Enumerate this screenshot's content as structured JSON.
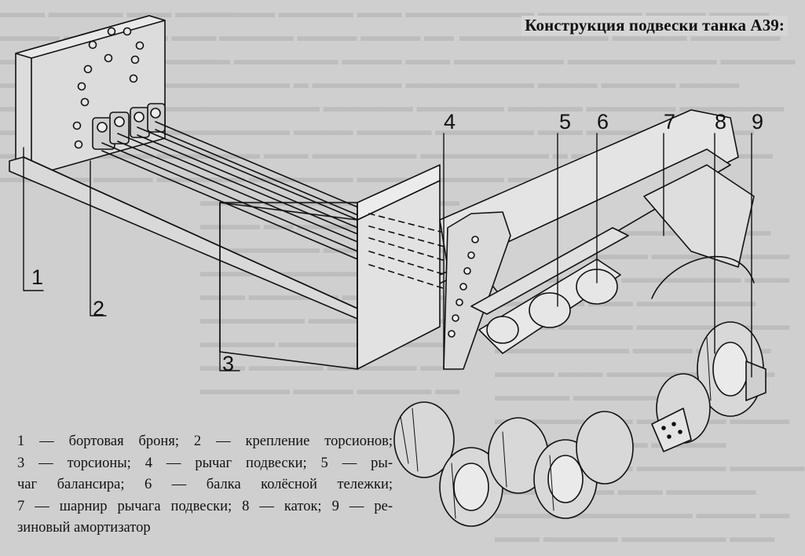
{
  "title": "Конструкция подвески танка А39:",
  "callouts": [
    "1",
    "2",
    "3",
    "4",
    "5",
    "6",
    "7",
    "8",
    "9"
  ],
  "caption_lines": [
    "1 — бортовая броня; 2 — крепление торсионов;",
    "3 — торсионы; 4 — рычаг подвески; 5 — ры-",
    "чаг балансира; 6 — балка колёсной тележки;",
    "7 — шарнир рычага подвески; 8 — каток; 9 — ре-",
    "зиновый амортизатор"
  ]
}
